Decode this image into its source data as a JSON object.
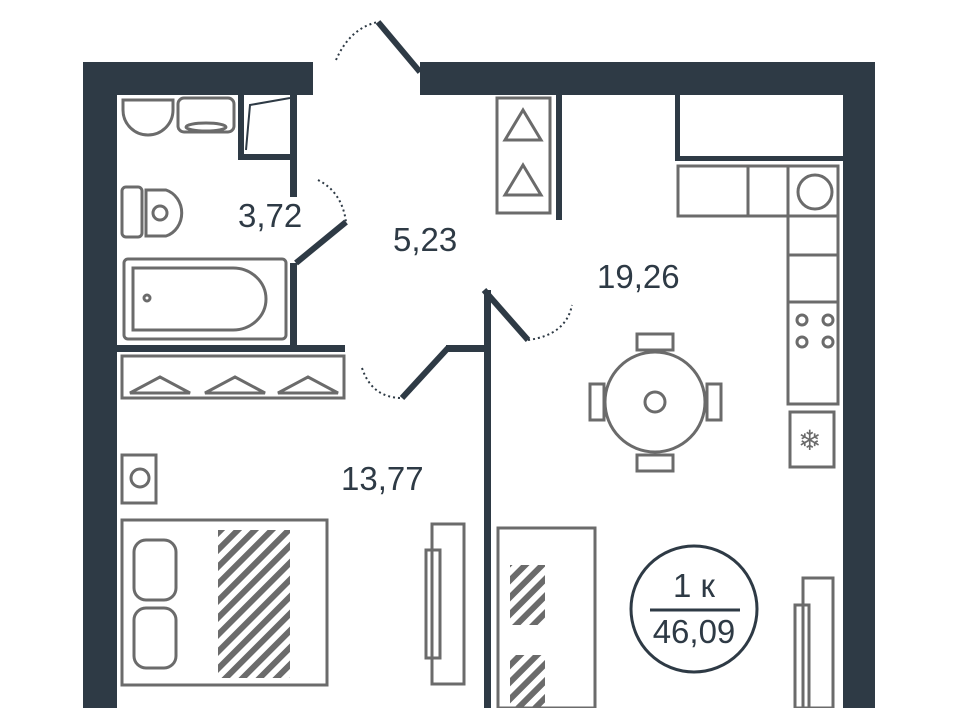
{
  "rooms": [
    {
      "name": "bathroom",
      "area": "3,72"
    },
    {
      "name": "hallway",
      "area": "5,23"
    },
    {
      "name": "kitchen-living",
      "area": "19,26"
    },
    {
      "name": "bedroom",
      "area": "13,77"
    }
  ],
  "badge": {
    "rooms": "1 к",
    "total_area": "46,09"
  },
  "colors": {
    "wall": "#2e3a45",
    "furniture": "#6b6b6b"
  }
}
